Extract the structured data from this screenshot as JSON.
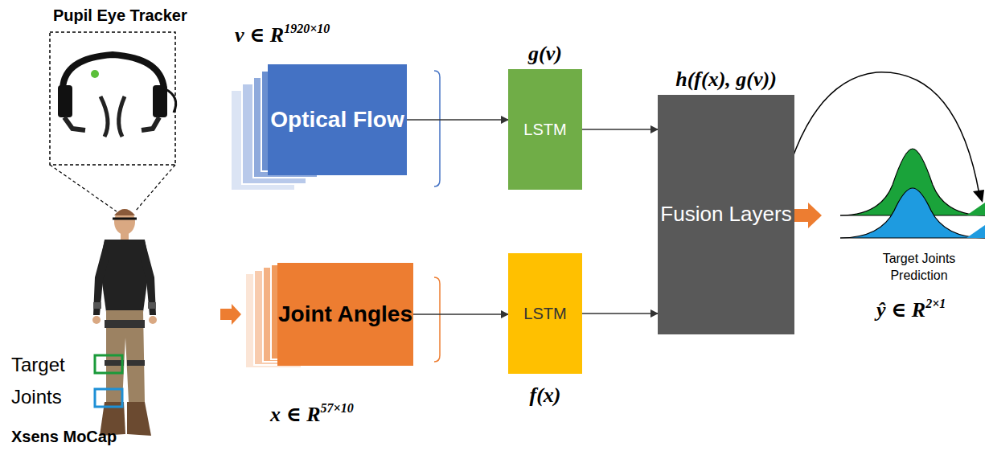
{
  "diagram": {
    "nodes": [
      {
        "text": [
          "Optical Flow"
        ]
      },
      {
        "text": [
          "g(v)",
          "LSTM"
        ]
      },
      {
        "text": [
          "h(f(x), g(v))",
          "Fusion Layers"
        ]
      },
      {
        "text": [
          "Joint Angles"
        ]
      },
      {
        "text": [
          "LSTM",
          "f(x)"
        ]
      }
    ],
    "edges": [
      {
        "from": 0,
        "to": 1,
        "arrow": "to"
      },
      {
        "from": 1,
        "to": 2,
        "arrow": "to"
      },
      {
        "from": 3,
        "to": 4,
        "arrow": "to"
      },
      {
        "from": 4,
        "to": 2,
        "arrow": "to"
      }
    ],
    "labels": [
      "Pupil Eye Tracker",
      "v ∈ R",
      "1920×10",
      "x ∈ R",
      "57×10",
      "Target",
      "Joints",
      "Xsens MoCap",
      "Target Joints Prediction",
      "ŷ ∈ R",
      "2×1"
    ]
  }
}
